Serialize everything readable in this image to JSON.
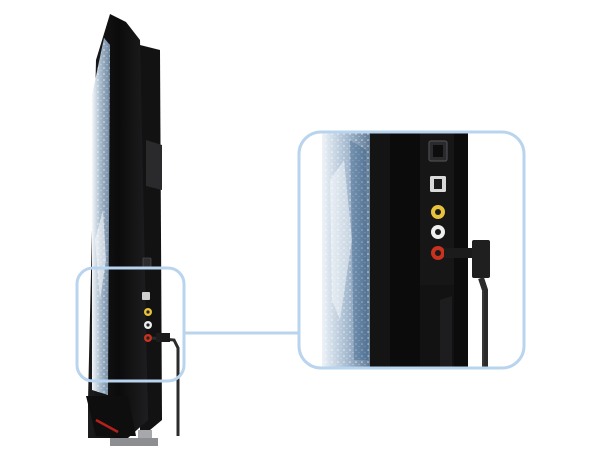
{
  "scene": {
    "subject": "tv-side-view-with-ports",
    "colors": {
      "background": "#ffffff",
      "frame": "#b9d4ee",
      "bezel": "#0f0f10",
      "bezel_edge": "#2a2a2c",
      "screen": "#8ea3b9",
      "screen_light": "#dfe8f1",
      "jack_yellow": "#e7c23a",
      "jack_white": "#efefef",
      "jack_red": "#c8321e",
      "stand": "#a6a8ab",
      "cable": "#2b2b2b"
    },
    "ports": [
      "hdmi-port",
      "usb-port",
      "av-jack-yellow",
      "av-jack-white",
      "av-jack-red"
    ],
    "callout": "magnified-port-area"
  }
}
